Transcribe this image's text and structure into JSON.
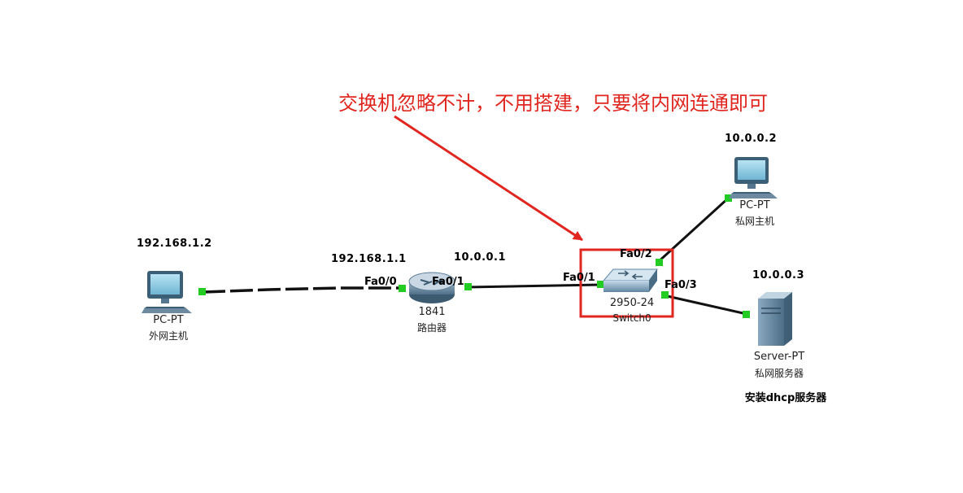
{
  "annotation": {
    "text": "交换机忽略不计，不用搭建，只要将内网连通即可",
    "color": "#e0261f"
  },
  "devices": {
    "pc_external": {
      "ip": "192.168.1.2",
      "type": "PC-PT",
      "name": "外网主机",
      "icon": "pc-icon"
    },
    "router": {
      "ip_left": "192.168.1.1",
      "ip_right": "10.0.0.1",
      "model": "1841",
      "name": "路由器",
      "icon": "router-icon",
      "port_left": "Fa0/0",
      "port_right": "Fa0/1"
    },
    "switch": {
      "model": "2950-24",
      "name": "Switch0",
      "icon": "switch-icon",
      "port_left": "Fa0/1",
      "port_top": "Fa0/2",
      "port_right": "Fa0/3"
    },
    "pc_private": {
      "ip": "10.0.0.2",
      "type": "PC-PT",
      "name": "私网主机",
      "icon": "pc-icon"
    },
    "server_private": {
      "ip": "10.0.0.3",
      "type": "Server-PT",
      "name": "私网服务器",
      "note": "安装dhcp服务器",
      "icon": "server-icon"
    }
  },
  "colors": {
    "link_up": "#22cc22",
    "highlight_box": "#e0261f",
    "cable": "#111111"
  }
}
